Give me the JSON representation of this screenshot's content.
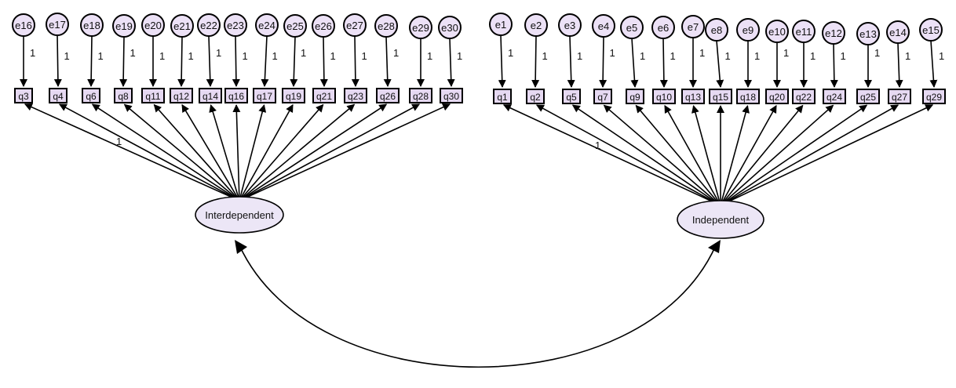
{
  "latents": {
    "left": "Interdependent",
    "right": "Independent"
  },
  "left_group": {
    "errors": [
      "e16",
      "e17",
      "e18",
      "e19",
      "e20",
      "e21",
      "e22",
      "e23",
      "e24",
      "e25",
      "e26",
      "e27",
      "e28",
      "e29",
      "e30"
    ],
    "observed": [
      "q3",
      "q4",
      "q6",
      "q8",
      "q11",
      "q12",
      "q14",
      "q16",
      "q17",
      "q19",
      "q21",
      "q23",
      "q26",
      "q28",
      "q30"
    ],
    "error_coef": "1",
    "fixed_loading_label": "1"
  },
  "right_group": {
    "errors": [
      "e1",
      "e2",
      "e3",
      "e4",
      "e5",
      "e6",
      "e7",
      "e8",
      "e9",
      "e10",
      "e11",
      "e12",
      "e13",
      "e14",
      "e15"
    ],
    "observed": [
      "q1",
      "q2",
      "q5",
      "q7",
      "q9",
      "q10",
      "q13",
      "q15",
      "q18",
      "q20",
      "q22",
      "q24",
      "q25",
      "q27",
      "q29"
    ],
    "error_coef": "1",
    "fixed_loading_label": "1"
  },
  "colors": {
    "node_fill": "#ece1f6",
    "stroke": "#000000"
  }
}
